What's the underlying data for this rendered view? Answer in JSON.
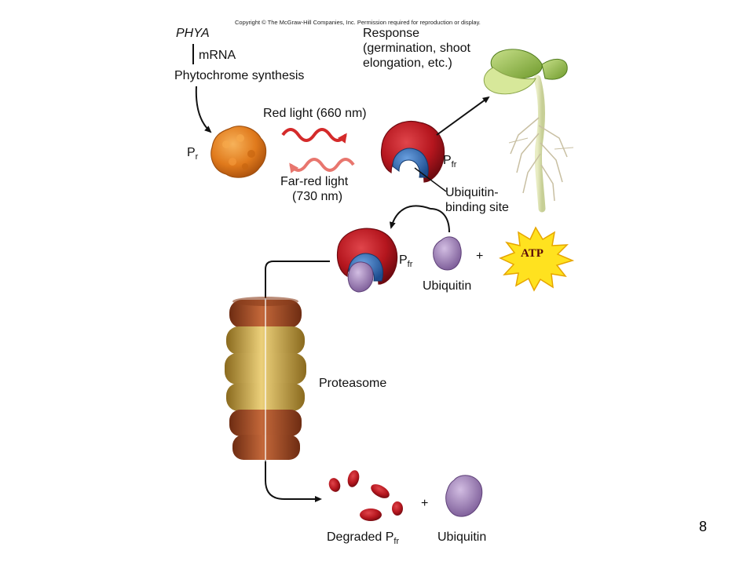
{
  "copyright": "Copyright © The McGraw-Hill Companies, Inc. Permission required for reproduction or display.",
  "labels": {
    "phya": "PHYA",
    "mrna": "mRNA",
    "synthesis": "Phytochrome synthesis",
    "response_line1": "Response",
    "response_line2": "(germination, shoot",
    "response_line3": "elongation, etc.)",
    "red_light": "Red light (660 nm)",
    "farred_line1": "Far-red light",
    "farred_line2": "(730 nm)",
    "pr_main": "P",
    "pr_sub": "r",
    "pfr_main": "P",
    "pfr_sub": "fr",
    "ubiq_site_line1": "Ubiquitin-",
    "ubiq_site_line2": "binding site",
    "ubiquitin": "Ubiquitin",
    "plus": "+",
    "atp": "ATP",
    "proteasome": "Proteasome",
    "degraded_main": "Degraded P",
    "degraded_sub": "fr"
  },
  "page_number": "8",
  "colors": {
    "red_light": "#d42a2a",
    "farred_light": "#e8766e",
    "pr_orange": "#e07a1c",
    "pfr_red": "#b5161e",
    "binding_blue": "#2f6db5",
    "ubiquitin_purple": "#a98bc0",
    "atp_yellow": "#ffe21f",
    "proteasome_brown": "#a55028",
    "proteasome_gold": "#d8b04a"
  }
}
